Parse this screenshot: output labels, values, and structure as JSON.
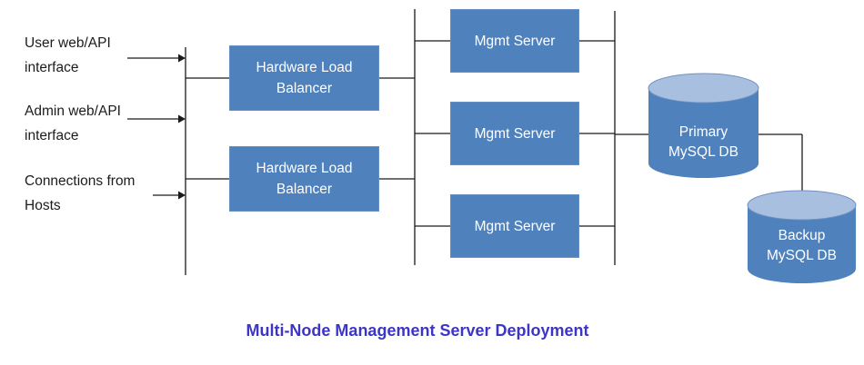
{
  "diagram": {
    "title": "Multi-Node Management Server Deployment",
    "inputs": [
      {
        "line1": "User web/API",
        "line2": "interface"
      },
      {
        "line1": "Admin web/API",
        "line2": "interface"
      },
      {
        "line1": "Connections from",
        "line2": "Hosts"
      }
    ],
    "load_balancers": [
      {
        "line1": "Hardware Load",
        "line2": "Balancer"
      },
      {
        "line1": "Hardware Load",
        "line2": "Balancer"
      }
    ],
    "mgmt_servers": [
      {
        "label": "Mgmt Server"
      },
      {
        "label": "Mgmt Server"
      },
      {
        "label": "Mgmt Server"
      }
    ],
    "databases": [
      {
        "line1": "Primary",
        "line2": "MySQL DB"
      },
      {
        "line1": "Backup",
        "line2": "MySQL DB"
      }
    ],
    "colors": {
      "node_fill": "#4f81bd",
      "cylinder_body": "#4f81bd",
      "cylinder_top": "#a9bfdf",
      "cylinder_rim": "#6d92c4",
      "line": "#1a1a1a",
      "node_text": "#ffffff",
      "label_text": "#1c1c1c",
      "title_text": "#3c35c5"
    }
  }
}
